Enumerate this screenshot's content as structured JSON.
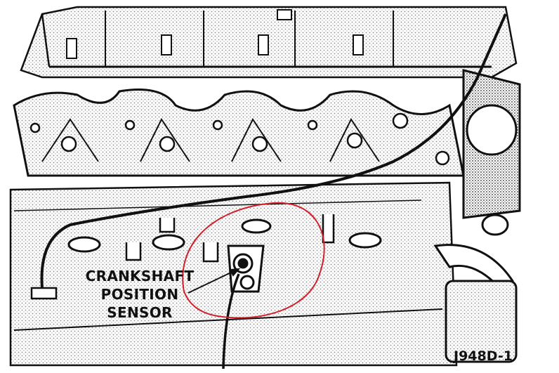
{
  "label": {
    "line1": "CRANKSHAFT",
    "line2": "POSITION",
    "line3": "SENSOR"
  },
  "figure_id": "J948D-1",
  "colors": {
    "ink": "#111111",
    "stipple": "#bdbdbd",
    "highlight_circle": "#d0202a",
    "paper": "#ffffff"
  }
}
